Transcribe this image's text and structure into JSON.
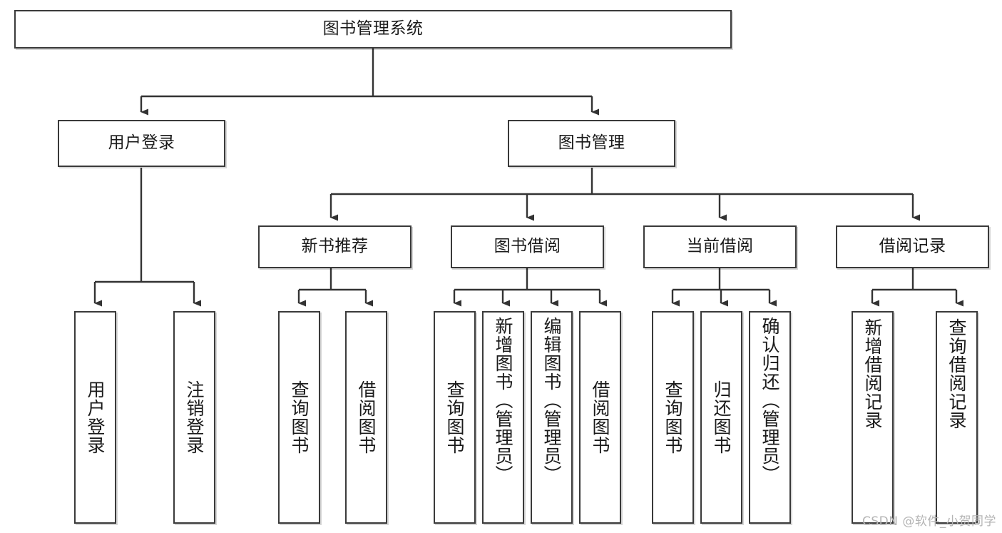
{
  "diagram": {
    "title": "图书管理系统",
    "type": "tree",
    "watermark": "CSDN @软件_小贺同学",
    "colors": {
      "box_border": "#3a3a3a",
      "box_fill": "#ffffff",
      "edge": "#333333",
      "text": "#1a1a1a",
      "watermark": "#b4b4b4",
      "background": "#ffffff"
    },
    "nodes": {
      "root": {
        "label": "图书管理系统"
      },
      "level2": [
        {
          "label": "用户登录"
        },
        {
          "label": "图书管理"
        }
      ],
      "level3": [
        {
          "label": "新书推荐"
        },
        {
          "label": "图书借阅"
        },
        {
          "label": "当前借阅"
        },
        {
          "label": "借阅记录"
        }
      ],
      "leaves": {
        "user_login": [
          {
            "label": "用户登录"
          },
          {
            "label": "注销登录"
          }
        ],
        "new_book": [
          {
            "label": "查询图书"
          },
          {
            "label": "借阅图书"
          }
        ],
        "book_borrow": [
          {
            "label": "查询图书"
          },
          {
            "label": "新增图书（管理员）"
          },
          {
            "label": "编辑图书（管理员）"
          },
          {
            "label": "借阅图书"
          }
        ],
        "current_borrow": [
          {
            "label": "查询图书"
          },
          {
            "label": "归还图书"
          },
          {
            "label": "确认归还（管理员）"
          }
        ],
        "borrow_record": [
          {
            "label": "新增借阅记录"
          },
          {
            "label": "查询借阅记录"
          }
        ]
      }
    }
  }
}
